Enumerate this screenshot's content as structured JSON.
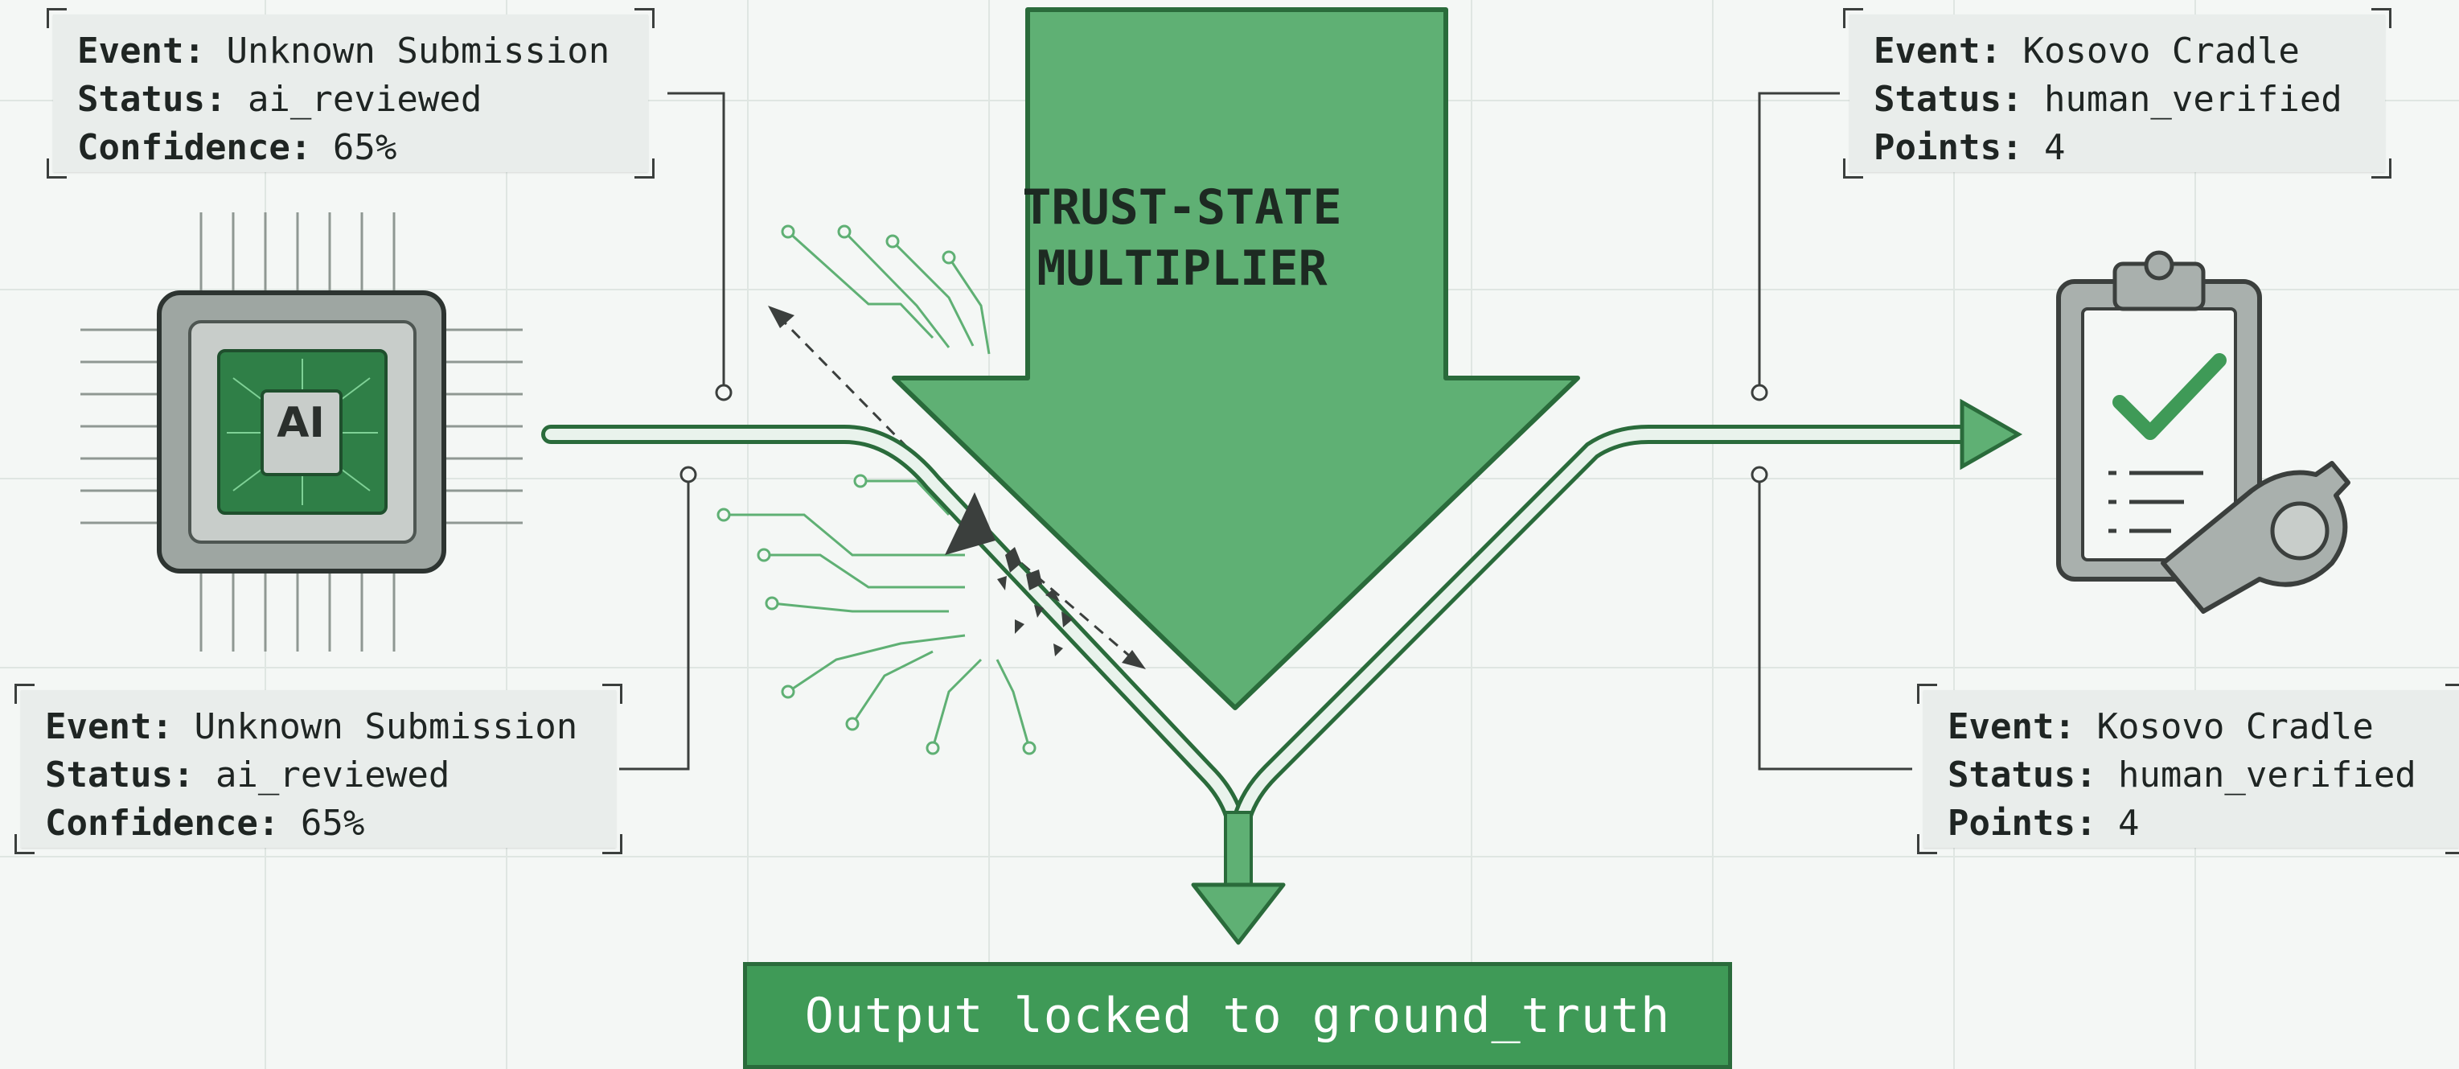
{
  "cards": {
    "top_left": {
      "event_label": "Event:",
      "event_value": "Unknown Submission",
      "status_label": "Status:",
      "status_value": "ai_reviewed",
      "metric_label": "Confidence:",
      "metric_value": "65%"
    },
    "bottom_left": {
      "event_label": "Event:",
      "event_value": "Unknown Submission",
      "status_label": "Status:",
      "status_value": "ai_reviewed",
      "metric_label": "Confidence:",
      "metric_value": "65%"
    },
    "top_right": {
      "event_label": "Event:",
      "event_value": "Kosovo Cradle",
      "status_label": "Status:",
      "status_value": "human_verified",
      "metric_label": "Points:",
      "metric_value": "4"
    },
    "bottom_right": {
      "event_label": "Event:",
      "event_value": "Kosovo Cradle",
      "status_label": "Status:",
      "status_value": "human_verified",
      "metric_label": "Points:",
      "metric_value": "4"
    }
  },
  "arrow": {
    "line1": "TRUST-STATE",
    "line2": "MULTIPLIER"
  },
  "chip": {
    "label": "AI"
  },
  "output": {
    "label": "Output locked to ground_truth"
  },
  "icons": {
    "left": "ai-chip-icon",
    "right": "clipboard-checklist-icon",
    "whistle": "whistle-icon",
    "check": "checkmark-icon"
  },
  "colors": {
    "green": "#5fb074",
    "dark_green": "#2a6b3b",
    "output_fill": "#3f9a57",
    "outline": "#3b3f3d"
  }
}
